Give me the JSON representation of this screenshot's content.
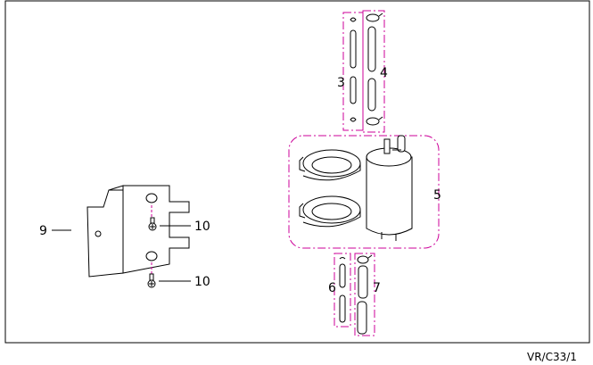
{
  "callouts": {
    "c3": "3",
    "c4": "4",
    "c5": "5",
    "c6": "6",
    "c7": "7",
    "c9": "9",
    "c10a": "10",
    "c10b": "10"
  },
  "reference_code": "VR/C33/1",
  "colors": {
    "group_outline": "#cc0099",
    "line": "#000000"
  }
}
